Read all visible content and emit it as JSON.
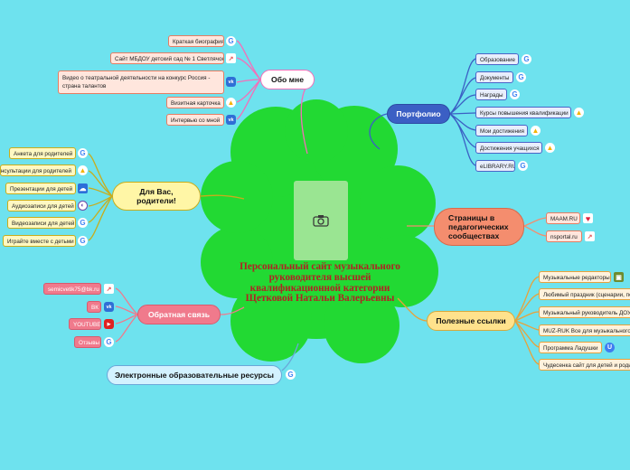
{
  "center": {
    "title": "Персональный сайт музыкального руководителя высшей квалификационной категории Щетковой Натальи Валерьевны",
    "photo_icon": "camera-icon",
    "color": "#22d933",
    "title_color": "#b02323"
  },
  "branches": {
    "about": {
      "label": "Обо мне",
      "items": [
        {
          "label": "Краткая биография",
          "icon": "google-icon"
        },
        {
          "label": "Сайт МБДОУ детский сад № 1 Светлячок",
          "icon": "external-link-icon"
        },
        {
          "label": "Видео о театральной деятельности на конкурс Россия - страна талантов",
          "icon": "vk-icon"
        },
        {
          "label": "Визитная карточка",
          "icon": "google-drive-icon"
        },
        {
          "label": "Интервью со мной",
          "icon": "vk-icon"
        }
      ]
    },
    "portfolio": {
      "label": "Портфолио",
      "items": [
        {
          "label": "Образование",
          "icon": "google-icon"
        },
        {
          "label": "Документы",
          "icon": "google-icon"
        },
        {
          "label": "Награды",
          "icon": "google-icon"
        },
        {
          "label": "Курсы повышения квалификации",
          "icon": "google-drive-icon"
        },
        {
          "label": "Мои достижения",
          "icon": "google-drive-icon"
        },
        {
          "label": "Достижения учащихся",
          "icon": "google-drive-icon"
        },
        {
          "label": "eLIBRARY.RU",
          "icon": "google-icon"
        }
      ]
    },
    "parents": {
      "label": "Для Вас, родители!",
      "items": [
        {
          "label": "Анкета для родителей",
          "icon": "google-icon"
        },
        {
          "label": "Консультации для родителей",
          "icon": "google-drive-icon"
        },
        {
          "label": "Презентации для детей",
          "icon": "cloud-icon"
        },
        {
          "label": "Аудиозаписи для детей",
          "icon": "circle-icon"
        },
        {
          "label": "Видеозаписи для детей",
          "icon": "google-icon"
        },
        {
          "label": "Играйте вместе с детьми",
          "icon": "google-icon"
        }
      ]
    },
    "communities": {
      "label": "Страницы в педагогических сообществах",
      "items": [
        {
          "label": "MAAM.RU",
          "icon": "heart-icon"
        },
        {
          "label": "nsportal.ru",
          "icon": "external-link-icon"
        }
      ]
    },
    "useful": {
      "label": "Полезные ссылки",
      "items": [
        {
          "label": "Музыкальные редакторы",
          "icon": "camera-icon"
        },
        {
          "label": "Любимый праздник (сценарии, песни)",
          "icon": ""
        },
        {
          "label": "Музыкальный руководитель ДОУ",
          "icon": ""
        },
        {
          "label": "MUZ-RUK Все для музыкального",
          "icon": ""
        },
        {
          "label": "Программа Ладушки",
          "icon": "u-icon"
        },
        {
          "label": "Чудесенка сайт для детей и родителей",
          "icon": ""
        }
      ]
    },
    "feedback": {
      "label": "Обратная связь",
      "items": [
        {
          "label": "semicvetik75@bk.ru",
          "icon": "external-link-icon"
        },
        {
          "label": "ВК",
          "icon": "vk-icon"
        },
        {
          "label": "YOUTUBE",
          "icon": "youtube-icon"
        },
        {
          "label": "Отзывы",
          "icon": "google-icon"
        }
      ]
    },
    "resources": {
      "label": "Электронные образовательные ресурсы",
      "icon": "google-icon"
    }
  },
  "colors": {
    "background": "#6ee2ee",
    "about": "#f46eb8",
    "portfolio": "#3b5fc4",
    "parents": "#fff6a6",
    "communities": "#f48d6e",
    "useful": "#ffe28c",
    "feedback": "#f07a8c",
    "resources": "#d3f2ff"
  }
}
